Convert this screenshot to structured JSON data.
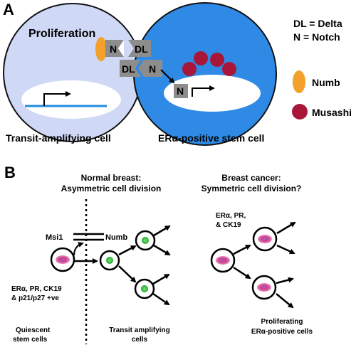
{
  "panel_a": {
    "panel_letter": "A",
    "legend": {
      "delta_def": "DL = Delta",
      "notch_def": "N = Notch",
      "numb_label": "Numb",
      "musashi_label": "Musashi",
      "numb_color": "#f3a12a",
      "musashi_color": "#a8173a"
    },
    "left_cell": {
      "title": "Proliferation",
      "caption": "Transit-amplifying cell",
      "fill": "#cfd8f5"
    },
    "right_cell": {
      "caption": "ERα-positive stem cell",
      "fill": "#2f8ae6"
    },
    "receptor_labels": {
      "notch_left": "N",
      "delta_right": "DL",
      "delta_left": "DL",
      "notch_right": "N",
      "notch_nucleus": "N"
    }
  },
  "panel_b": {
    "panel_letter": "B",
    "normal_heading_1": "Normal breast:",
    "normal_heading_2": "Asymmetric cell division",
    "cancer_heading_1": "Breast cancer:",
    "cancer_heading_2": "Symmetric cell division?",
    "msi1_label": "Msi1",
    "numb_label": "Numb",
    "stem_markers_1": "ERα, PR, CK19",
    "stem_markers_2": "& p21/p27 +ve",
    "cancer_markers_1": "ERα, PR,",
    "cancer_markers_2": "& CK19",
    "quiescent_1": "Quiescent",
    "quiescent_2": "stem cells",
    "transit_1": "Transit amplifying",
    "transit_2": "cells",
    "proliferating_1": "Proliferating",
    "proliferating_2": "ERα-positive cells"
  }
}
